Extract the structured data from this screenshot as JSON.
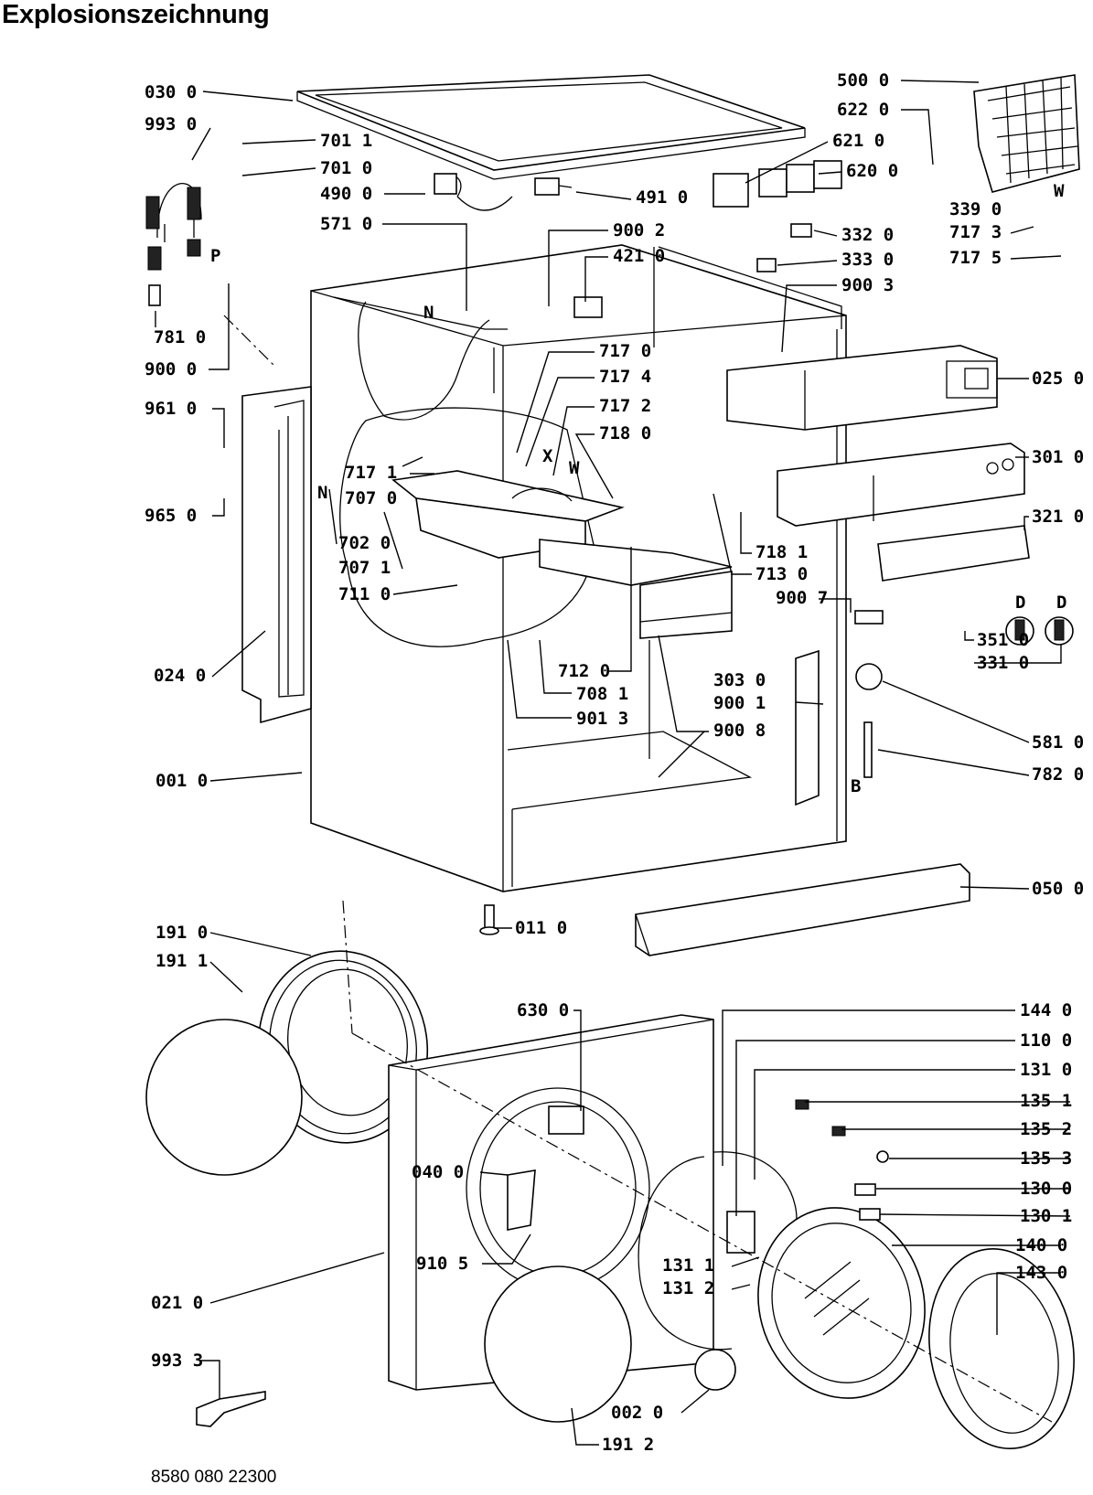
{
  "title": "Explosionszeichnung",
  "doc_number": "8580 080 22300",
  "letters": [
    "N",
    "P",
    "W",
    "X",
    "D",
    "B"
  ],
  "callouts": [
    "030 0",
    "993 0",
    "701 1",
    "701 0",
    "490 0",
    "491 0",
    "571 0",
    "900 2",
    "421 0",
    "781 0",
    "900 0",
    "961 0",
    "965 0",
    "717 1",
    "707 0",
    "702 0",
    "707 1",
    "711 0",
    "024 0",
    "717 0",
    "717 4",
    "717 2",
    "718 0",
    "712 0",
    "708 1",
    "901 3",
    "303 0",
    "900 1",
    "900 8",
    "001 0",
    "500 0",
    "622 0",
    "621 0",
    "620 0",
    "339 0",
    "717 3",
    "717 5",
    "332 0",
    "333 0",
    "900 3",
    "025 0",
    "301 0",
    "321 0",
    "718 1",
    "713 0",
    "900 7",
    "351 0",
    "331 0",
    "581 0",
    "782 0",
    "050 0",
    "011 0",
    "191 0",
    "191 1",
    "630 0",
    "144 0",
    "110 0",
    "131 0",
    "135 1",
    "135 2",
    "135 3",
    "130 0",
    "130 1",
    "140 0",
    "143 0",
    "040 0",
    "910 5",
    "131 1",
    "131 2",
    "021 0",
    "993 3",
    "002 0",
    "191 2"
  ]
}
